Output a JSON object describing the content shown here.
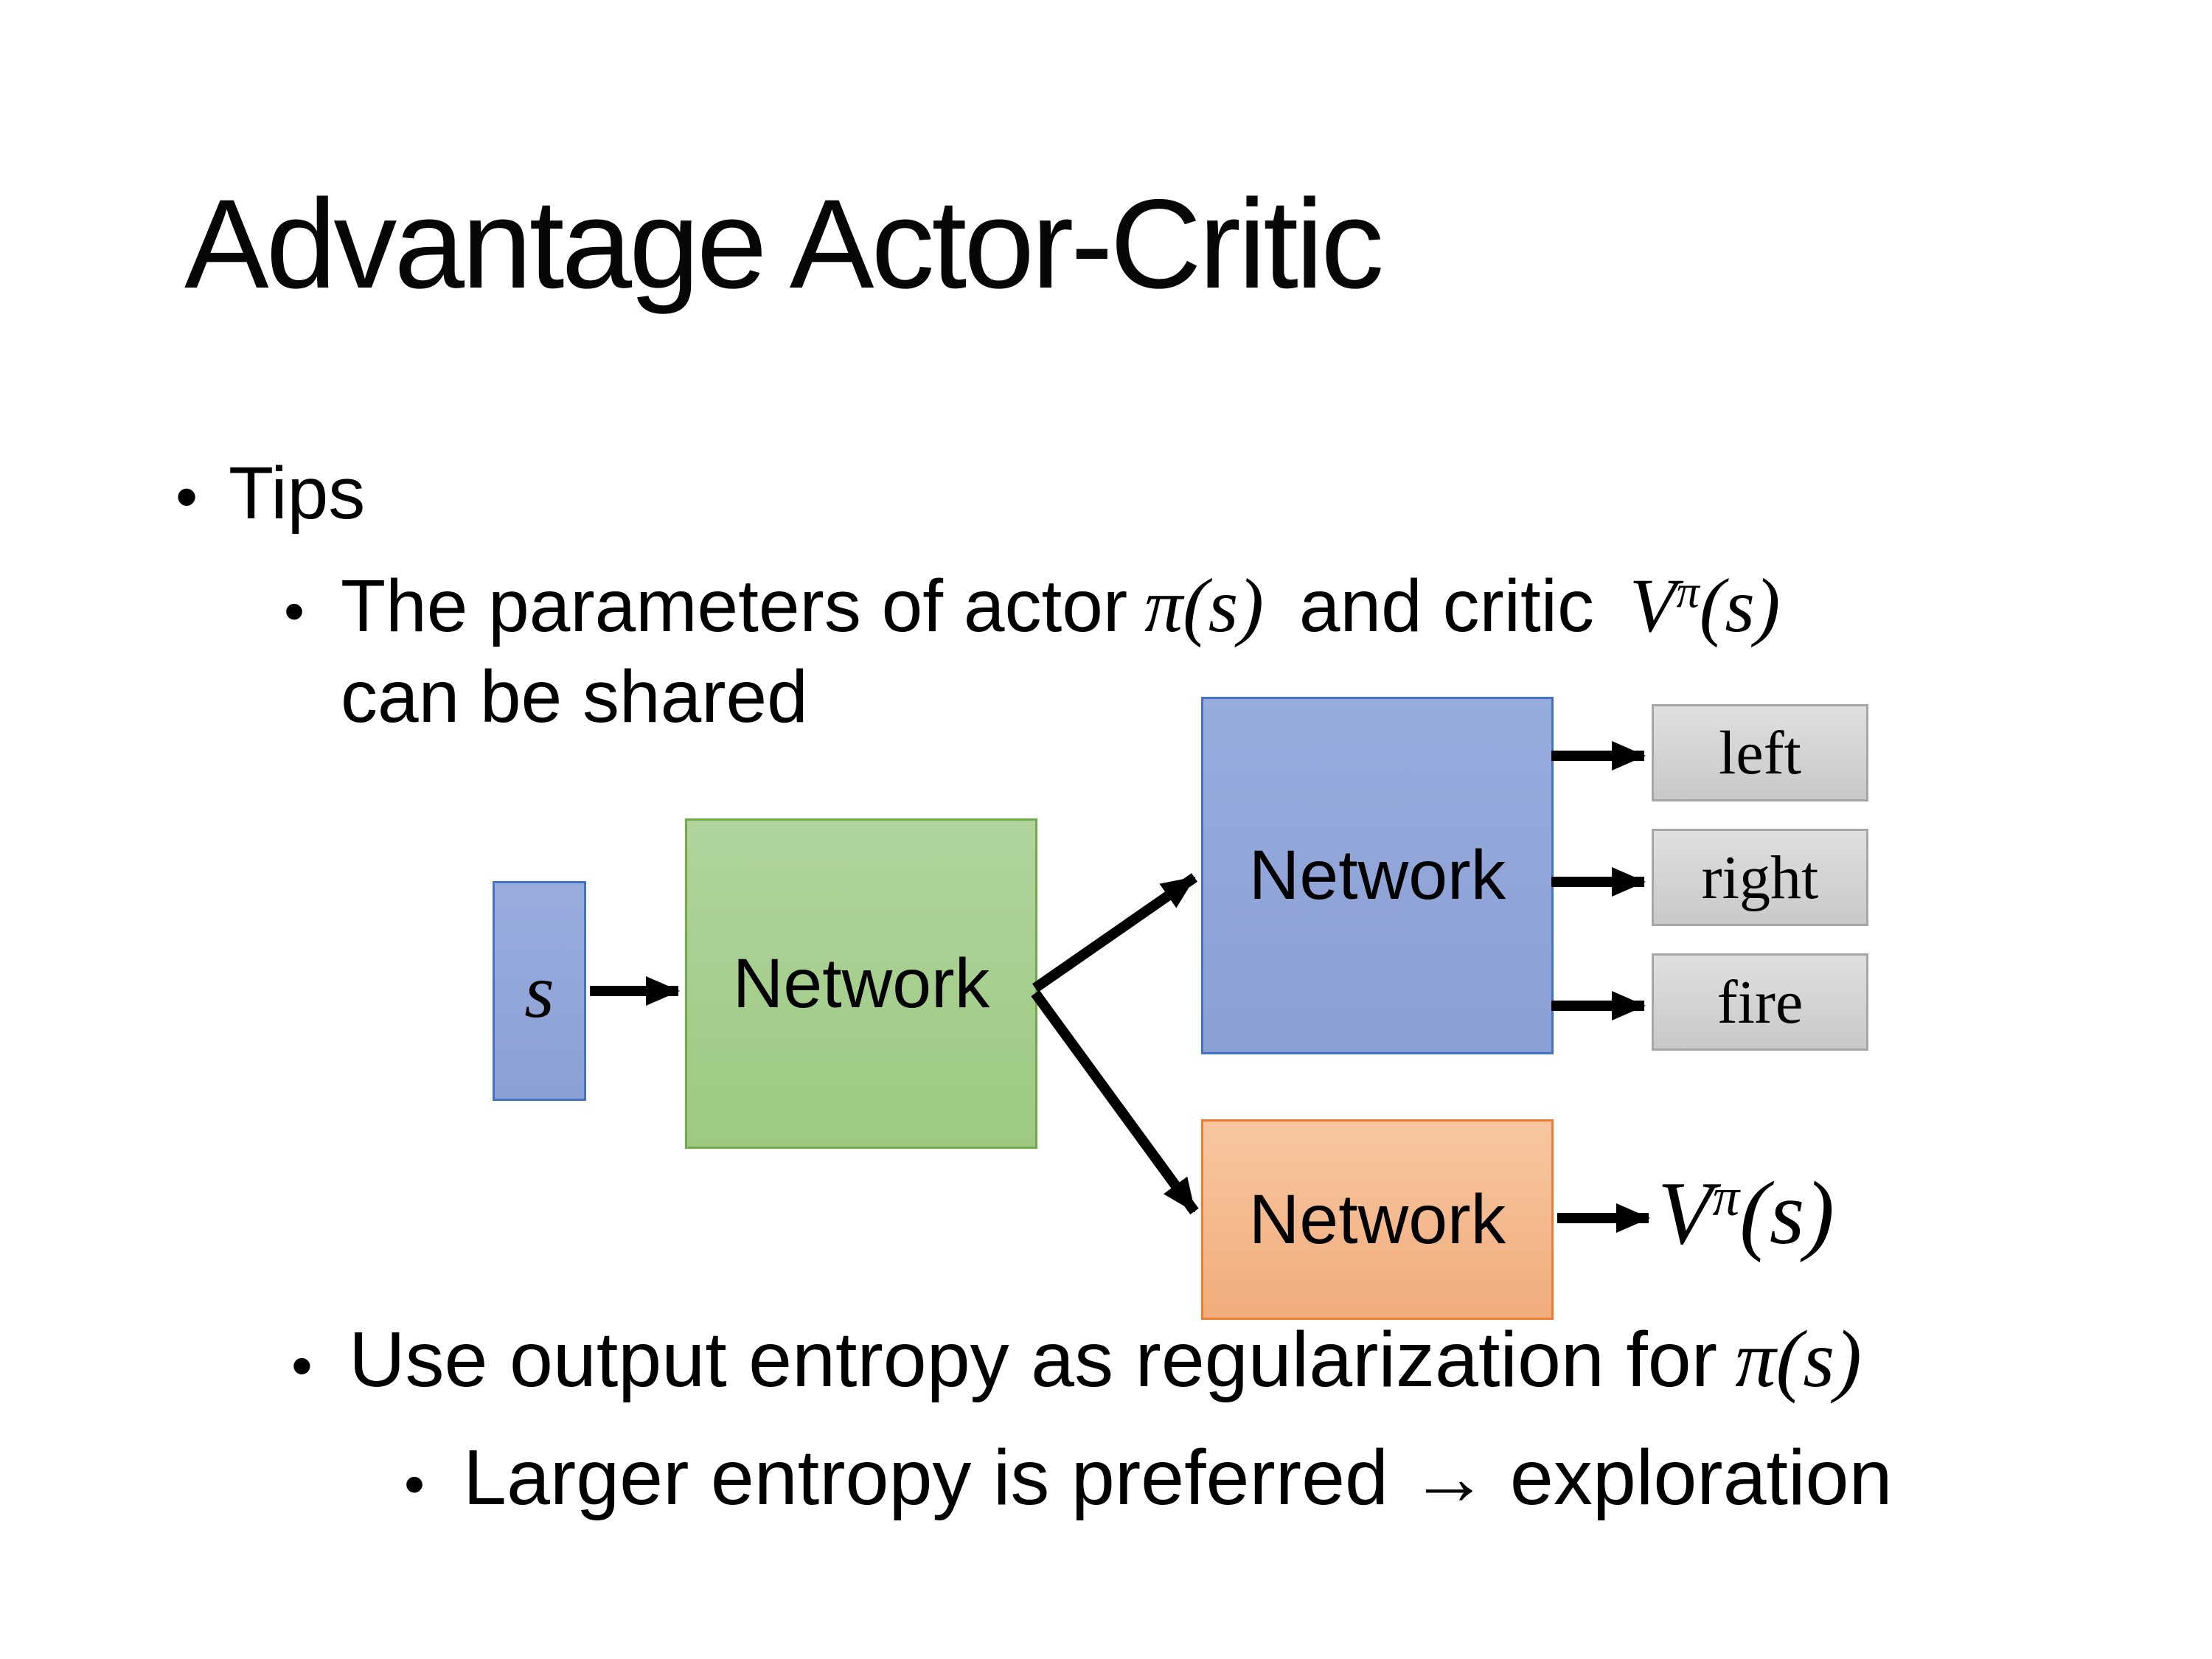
{
  "slide": {
    "background": "#FFFFFF",
    "title": "Advantage Actor-Critic",
    "bullet_char": "•",
    "bullets": {
      "tips": "Tips",
      "params_pre": "The parameters of actor",
      "params_mid": "and critic",
      "params_line2": "can be shared",
      "entropy_pre": "Use output entropy as regularization for",
      "entropy_sub": "Larger entropy is preferred → exploration"
    },
    "math": {
      "pi_actor": {
        "sym": "π",
        "args": "(s)"
      },
      "v_critic": {
        "base": "V",
        "sup": "π",
        "args": "(s)"
      },
      "pi_reg": {
        "sym": "π",
        "args": "(s)"
      },
      "state": "s",
      "v_output": {
        "base": "V",
        "sup": "π",
        "args": "(s)"
      }
    },
    "diagram": {
      "shared_network": "Network",
      "actor_network": "Network",
      "critic_network": "Network",
      "actions": [
        "left",
        "right",
        "fire"
      ],
      "colors": {
        "state_fill": "#93A7DA",
        "state_border": "#4472C4",
        "shared_fill": "#A6CE8F",
        "shared_border": "#70AD47",
        "actor_fill": "#91A6D9",
        "actor_border": "#4472C4",
        "critic_fill": "#F4BA8F",
        "critic_border": "#ED7D31",
        "action_fill": "#D3D3D3",
        "action_border": "#A6A6A6",
        "arrow": "#000000"
      }
    }
  }
}
